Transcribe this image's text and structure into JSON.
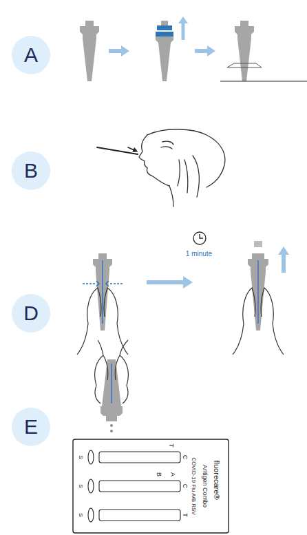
{
  "diagram": {
    "nodes": [
      {
        "text": [
          "A"
        ]
      },
      {
        "text": [
          "B"
        ]
      },
      {
        "text": [
          "D"
        ]
      },
      {
        "text": [
          "E"
        ]
      }
    ],
    "labels": [
      "1 minute",
      "fluorecare®",
      "Antigen Combo",
      "COVID-19 Flu A/B RSV",
      "S",
      "S",
      "S",
      "T",
      "C",
      "B",
      "A",
      "C",
      "T"
    ]
  }
}
